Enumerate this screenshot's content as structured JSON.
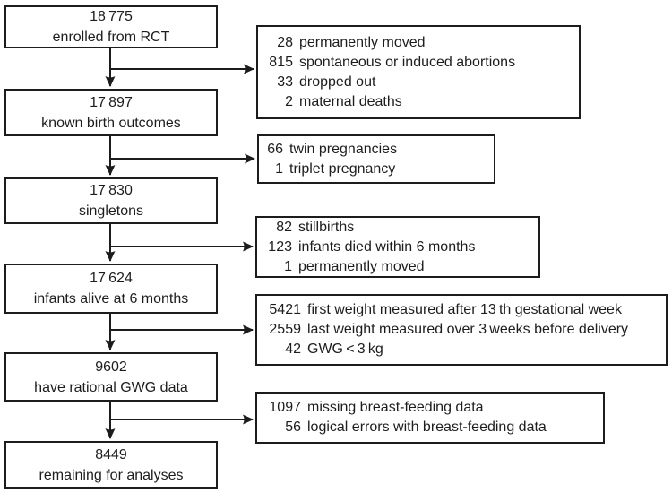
{
  "diagram": {
    "type": "participant-flow-chart",
    "colors": {
      "border": "#1c1c1c",
      "text": "#1d1d1d",
      "background": "#ffffff"
    },
    "main_boxes": [
      {
        "count": "18 775",
        "label": "enrolled from RCT"
      },
      {
        "count": "17 897",
        "label": "known birth outcomes"
      },
      {
        "count": "17 830",
        "label": "singletons"
      },
      {
        "count": "17 624",
        "label": "infants alive at 6 months"
      },
      {
        "count": "9602",
        "label": "have rational GWG data"
      },
      {
        "count": "8449",
        "label": "remaining for analyses"
      }
    ],
    "exclusion_boxes": [
      {
        "lines": [
          {
            "n": "28",
            "t": "permanently moved"
          },
          {
            "n": "815",
            "t": "spontaneous or induced abortions"
          },
          {
            "n": "33",
            "t": "dropped out"
          },
          {
            "n": "2",
            "t": "maternal deaths"
          }
        ]
      },
      {
        "lines": [
          {
            "n": "66",
            "t": "twin pregnancies"
          },
          {
            "n": "1",
            "t": "triplet pregnancy"
          }
        ]
      },
      {
        "lines": [
          {
            "n": "82",
            "t": "stillbirths"
          },
          {
            "n": "123",
            "t": "infants died within 6 months"
          },
          {
            "n": "1",
            "t": "permanently moved"
          }
        ]
      },
      {
        "lines": [
          {
            "n": "5421",
            "t": "first weight measured after 13 th gestational week"
          },
          {
            "n": "2559",
            "t": "last weight measured over 3 weeks before delivery"
          },
          {
            "n": "42",
            "t": "GWG < 3 kg"
          }
        ]
      },
      {
        "lines": [
          {
            "n": "1097",
            "t": "missing breast-feeding data"
          },
          {
            "n": "56",
            "t": "logical errors with breast-feeding data"
          }
        ]
      }
    ]
  }
}
